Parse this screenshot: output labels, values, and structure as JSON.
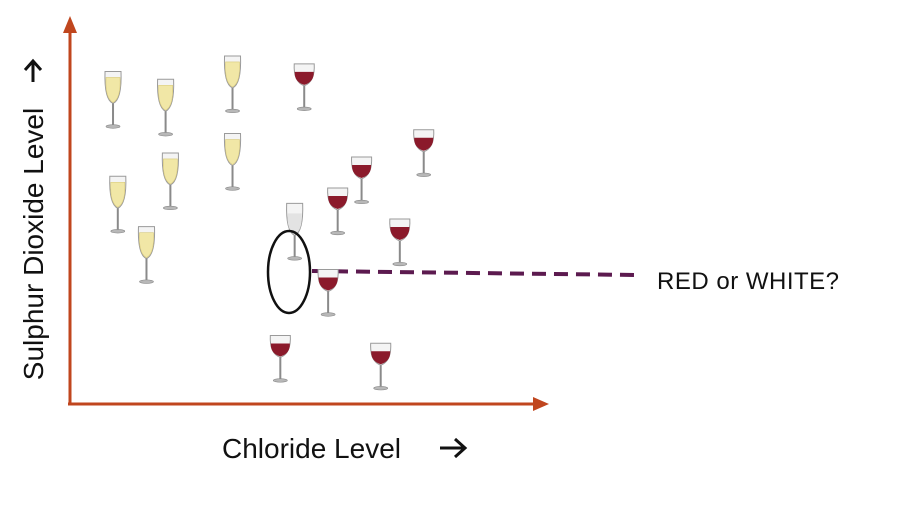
{
  "labels": {
    "x_axis": "Chloride Level",
    "y_axis": "Sulphur Dioxide Level",
    "question": "RED or WHITE?"
  },
  "colors": {
    "axis": "#c0461e",
    "red_wine": "#8b1a2b",
    "white_wine": "#f1e7a6",
    "dashed_line": "#5c1a4f",
    "unknown_outline": "#111111"
  },
  "icons": {
    "white": "white-wine-glass-icon",
    "red": "red-wine-glass-icon",
    "unknown": "empty-wine-glass-icon",
    "arrow": "right-arrow-icon"
  },
  "chart_data": {
    "type": "scatter",
    "xlabel": "Chloride Level",
    "ylabel": "Sulphur Dioxide Level",
    "series": [
      {
        "class": "white",
        "points": [
          [
            0.09,
            0.79
          ],
          [
            0.2,
            0.77
          ],
          [
            0.34,
            0.83
          ],
          [
            0.34,
            0.63
          ],
          [
            0.21,
            0.58
          ],
          [
            0.1,
            0.52
          ],
          [
            0.16,
            0.39
          ]
        ]
      },
      {
        "class": "red",
        "points": [
          [
            0.49,
            0.82
          ],
          [
            0.56,
            0.5
          ],
          [
            0.61,
            0.58
          ],
          [
            0.74,
            0.65
          ],
          [
            0.69,
            0.42
          ],
          [
            0.54,
            0.29
          ],
          [
            0.44,
            0.12
          ],
          [
            0.65,
            0.1
          ]
        ]
      },
      {
        "class": "unknown",
        "points": [
          [
            0.47,
            0.45
          ]
        ]
      }
    ]
  }
}
